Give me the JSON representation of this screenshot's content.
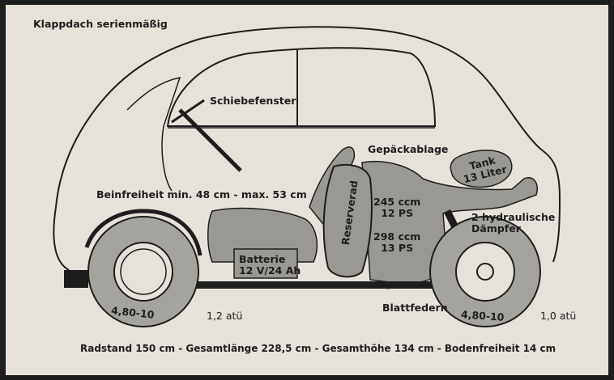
{
  "diagram": {
    "top_left_label": "Klappdach serienmäßig",
    "window_label": "Schiebefenster",
    "luggage_label": "Gepäckablage",
    "tank_label_line1": "Tank",
    "tank_label_line2": "13 Liter",
    "legroom_label": "Beinfreiheit min. 48 cm  -  max. 53 cm",
    "engine1_line1": "245 ccm",
    "engine1_line2": "12 PS",
    "engine2_line1": "298 ccm",
    "engine2_line2": "13 PS",
    "spare_wheel_label": "Reserverad",
    "dampers_line1": "2 hydraulische",
    "dampers_line2": "Dämpfer",
    "battery_line1": "Batterie",
    "battery_line2": "12 V/24 Ah",
    "leaf_springs_label": "Blattfedern",
    "tire_front": "4,80-10",
    "tire_rear": "4,80-10",
    "pressure_front": "1,2 atü",
    "pressure_rear": "1,0 atü",
    "dimensions_caption": "Radstand 150 cm - Gesamtlänge 228,5 cm - Gesamthöhe 134 cm - Bodenfreiheit 14 cm"
  },
  "colors": {
    "paper": "#e6e2da",
    "line": "#1d1d1d",
    "shaded": "#9a9893",
    "tire": "#a5a39e"
  }
}
